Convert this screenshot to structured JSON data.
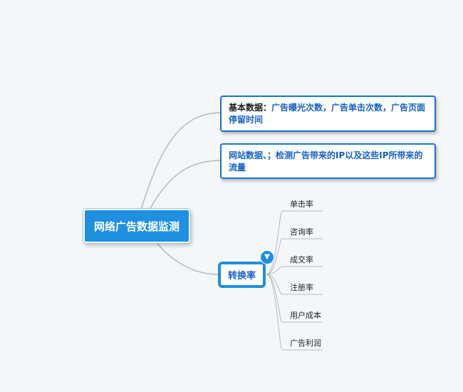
{
  "mindmap": {
    "root": {
      "label": "网络广告数据监测"
    },
    "branches": [
      {
        "lead": "基本数据：",
        "text": "广告曝光次数，广告单击次数，广告页面停留时间"
      },
      {
        "lead": "",
        "text": "网站数据、；检测广告带来的IP以及这些IP所带来的流量"
      }
    ],
    "conversion": {
      "label": "转换率",
      "collapse_icon": "triangle-down-icon",
      "children": [
        "单击率",
        "咨询率",
        "成交率",
        "注册率",
        "用户成本",
        "广告利润"
      ]
    },
    "colors": {
      "root_fill": "#1f8fe0",
      "border_blue": "#1a73c8",
      "text_blue": "#1660c4",
      "connector": "#b8b8b8",
      "background": "#f4f7fa"
    }
  }
}
